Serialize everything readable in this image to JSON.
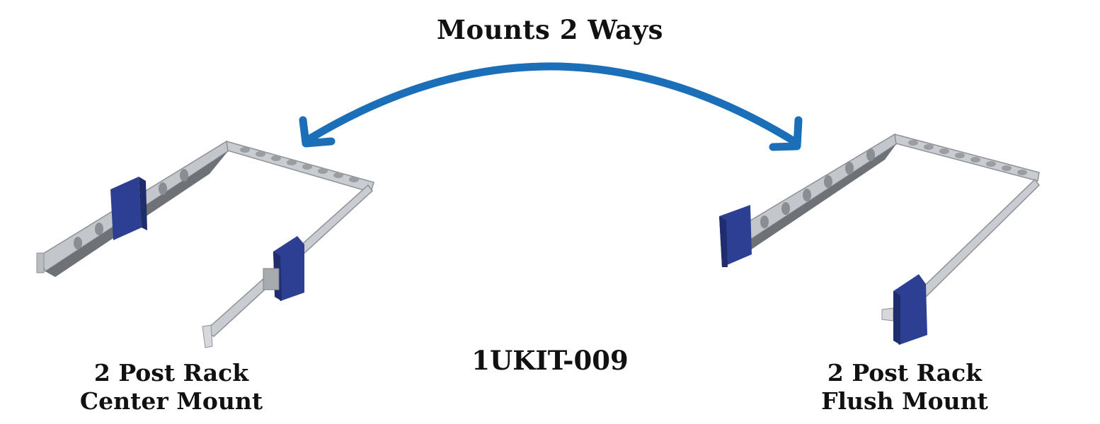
{
  "title": "Mounts 2 Ways",
  "model": "1UKIT-009",
  "left_caption": {
    "line1": "2 Post Rack",
    "line2": "Center Mount"
  },
  "right_caption": {
    "line1": "2 Post Rack",
    "line2": "Flush Mount"
  },
  "colors": {
    "arrow": "#1b6fb8",
    "post": "#2c3f93",
    "rail": "#c9ccd0",
    "rail_dark": "#8e9196"
  },
  "icons": [
    "curved-double-arrow-icon",
    "rack-rail-kit-center-mount-icon",
    "rack-rail-kit-flush-mount-icon"
  ]
}
